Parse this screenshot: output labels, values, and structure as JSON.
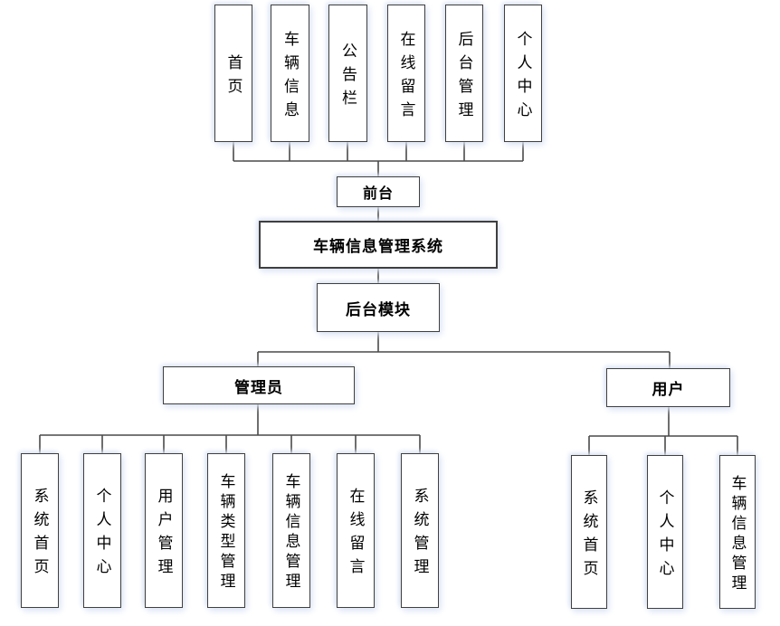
{
  "diagram": {
    "front_children": [
      {
        "label": "首页"
      },
      {
        "label": "车辆信息"
      },
      {
        "label": "公告栏"
      },
      {
        "label": "在线留言"
      },
      {
        "label": "后台管理"
      },
      {
        "label": "个人中心"
      }
    ],
    "front": {
      "label": "前台"
    },
    "system_root": {
      "label": "车辆信息管理系统"
    },
    "backend_module": {
      "label": "后台模块"
    },
    "admin": {
      "label": "管理员"
    },
    "admin_children": [
      {
        "label": "系统首页"
      },
      {
        "label": "个人中心"
      },
      {
        "label": "用户管理"
      },
      {
        "label": "车辆类型管理"
      },
      {
        "label": "车辆信息管理"
      },
      {
        "label": "在线留言"
      },
      {
        "label": "系统管理"
      }
    ],
    "user": {
      "label": "用户"
    },
    "user_children": [
      {
        "label": "系统首页"
      },
      {
        "label": "个人中心"
      },
      {
        "label": "车辆信息管理"
      }
    ]
  },
  "colors": {
    "line": "#4a4a4a",
    "border": "#3f3f3f",
    "fill": "#ffffff",
    "text": "#000000",
    "glow": "#d9e2f3"
  }
}
